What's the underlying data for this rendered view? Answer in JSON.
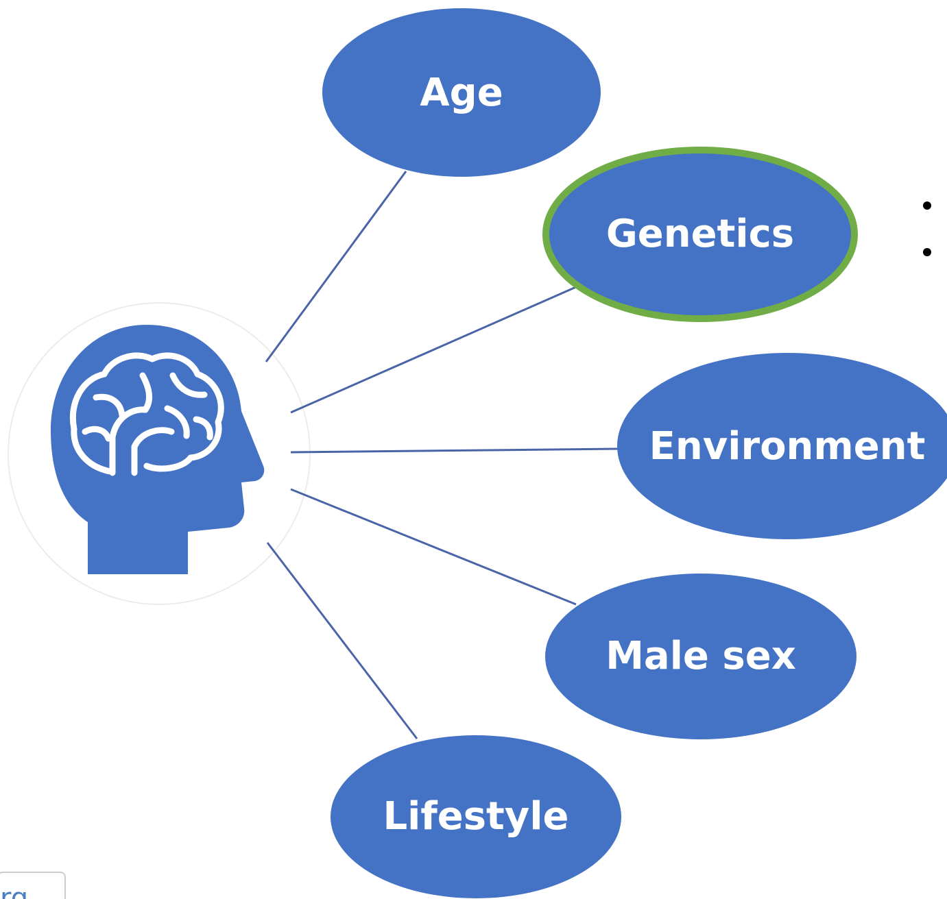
{
  "diagram": {
    "center_icon": "head-with-brain-icon",
    "node_fill": "#4472c4",
    "highlight_stroke": "#70ad47",
    "connector_color": "#4a64a8",
    "nodes": [
      {
        "id": "age",
        "label": "Age",
        "highlighted": false
      },
      {
        "id": "genetics",
        "label": "Genetics",
        "highlighted": true
      },
      {
        "id": "environment",
        "label": "Environment",
        "highlighted": false
      },
      {
        "id": "male-sex",
        "label": "Male sex",
        "highlighted": false
      },
      {
        "id": "lifestyle",
        "label": "Lifestyle",
        "highlighted": false
      }
    ]
  },
  "corner_tab": {
    "text": "rg"
  }
}
